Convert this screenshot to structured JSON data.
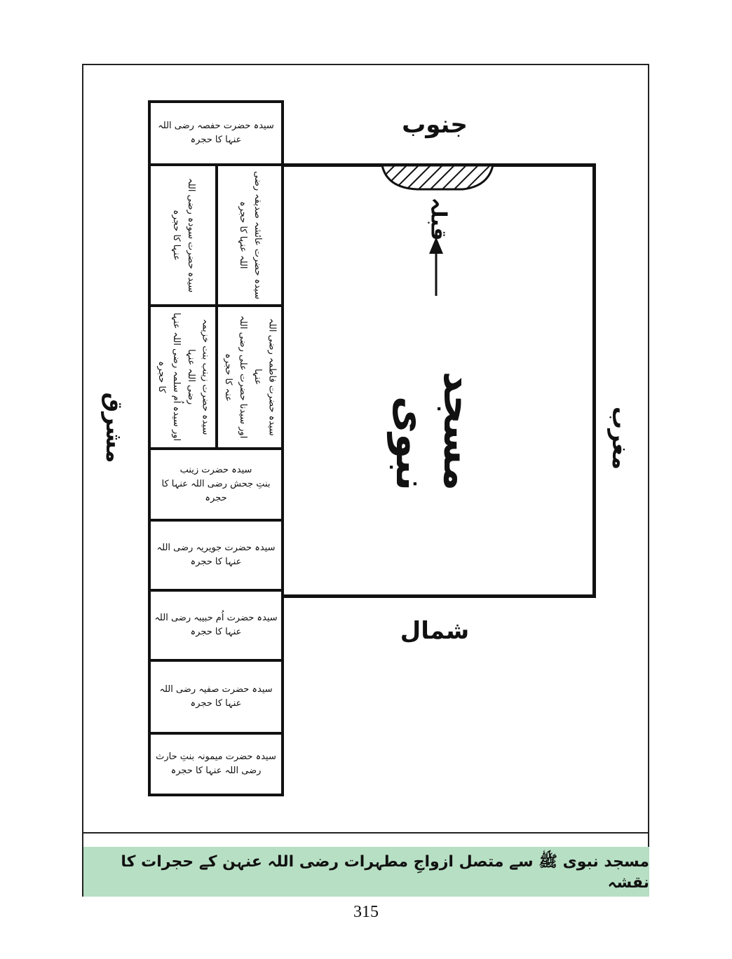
{
  "page_number": "315",
  "caption": "مسجد نبوی ﷺ سے متصل ازواجِ مطہرات رضی اللہ عنہن کے حجرات کا نقشہ",
  "directions": {
    "south": "جنوب",
    "north": "شمال",
    "east": "مشرق",
    "west": "مغرب"
  },
  "mosque": {
    "name": "مسجد نبوی",
    "qibla": "قبلہ"
  },
  "rooms": {
    "hafsa": "سیدہ حضرت حفصہ رضی اللہ عنہا کا حجرہ",
    "aisha": "سیدہ حضرت عائشہ صدیقہ رضی اللہ عنہا کا حجرہ",
    "sawda": "سیدہ حضرت سودہ رضی اللہ عنہا کا حجرہ",
    "fatima_line1": "سیدہ حضرت فاطمہ رضی اللہ عنہا",
    "fatima_line2": "اور سیدنا حضرت علی رضی اللہ عنہ کا حجرہ",
    "zainab_khuzaima_line1": "سیدہ حضرت زینب بنت خزیمہ رضی اللہ عنہا",
    "zainab_khuzaima_line2": "اور سیدہ اُم سلمہ رضی اللہ عنہا کا حجرہ",
    "zainab_jahsh_line1": "سیدہ حضرت زینب",
    "zainab_jahsh_line2": "بنتِ جحش رضی اللہ عنہا کا حجرہ",
    "juwairiya": "سیدہ حضرت جویریہ رضی اللہ عنہا کا حجرہ",
    "umm_habiba": "سیدہ حضرت اُم حبیبہ رضی اللہ عنہا کا حجرہ",
    "safiya": "سیدہ حضرت صفیہ رضی اللہ عنہا کا حجرہ",
    "maimuna": "سیدہ حضرت میمونہ بنتِ حارث رضی اللہ عنہا کا حجرہ"
  },
  "colors": {
    "caption_band": "#b7dfc4",
    "lines": "#111111"
  }
}
